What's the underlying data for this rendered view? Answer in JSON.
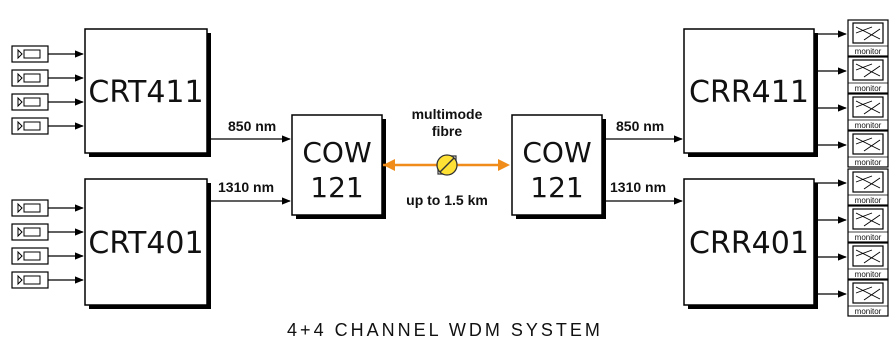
{
  "title": "4+4 CHANNEL WDM SYSTEM",
  "colors": {
    "fibre": "#f08c1a",
    "connector": "#ffe135",
    "box_shadow": "#000000"
  },
  "blocks": {
    "crt411": "CRT411",
    "crt401": "CRT401",
    "cow_left": [
      "COW",
      "121"
    ],
    "cow_right": [
      "COW",
      "121"
    ],
    "crr411": "CRR411",
    "crr401": "CRR401"
  },
  "links": {
    "upper_wavelength_left": "850 nm",
    "lower_wavelength_left": "1310 nm",
    "upper_wavelength_right": "850 nm",
    "lower_wavelength_right": "1310 nm",
    "fibre_type": [
      "multimode",
      "fibre"
    ],
    "fibre_distance": "up to 1.5 km"
  },
  "icons": {
    "camera": "camera-icon",
    "monitor": "monitor-icon",
    "connector": "fibre-connector-icon"
  },
  "monitor_label": "monitor",
  "camera_count_per_group": 4,
  "monitor_count": 8
}
